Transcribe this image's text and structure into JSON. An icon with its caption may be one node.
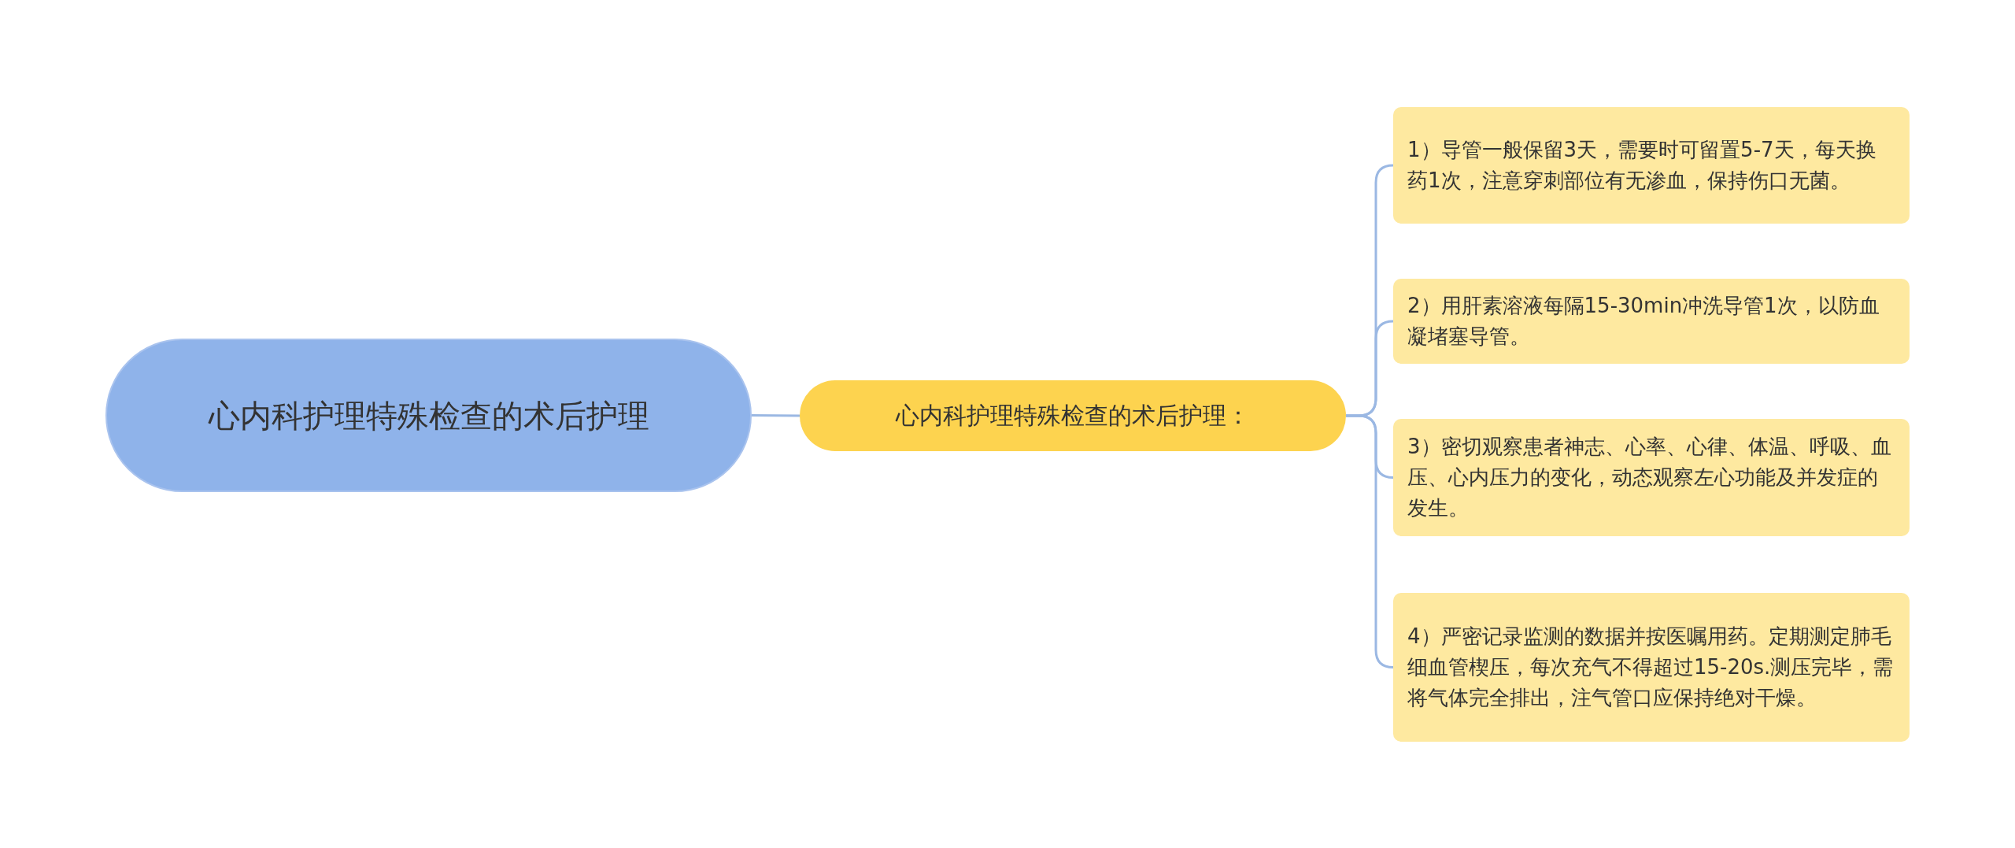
{
  "diagram": {
    "nodes": [
      {
        "text": [
          "心内科护理特殊检查的术后护理"
        ]
      },
      {
        "text": [
          "心内科护理特殊检查的术后护理："
        ]
      },
      {
        "text": [
          "1）导管一般保留3天，需要时可留置5-7天，每天换药1次，注意穿刺部位有无渗血，保持伤口无菌。"
        ]
      },
      {
        "text": [
          "2）用肝素溶液每隔15-30min冲洗导管1次，以防血凝堵塞导管。"
        ]
      },
      {
        "text": [
          "3）密切观察患者神志、心率、心律、体温、呼吸、血压、心内压力的变化，动态观察左心功能及并发症的发生。"
        ]
      },
      {
        "text": [
          "4）严密记录监测的数据并按医嘱用药。定期测定肺毛细血管楔压，每次充气不得超过15-20s.测压完毕，需将气体完全排出，注气管口应保持绝对干燥。"
        ]
      }
    ],
    "edges": [
      {
        "from": 0,
        "to": 1,
        "arrow": "none"
      },
      {
        "from": 1,
        "to": 2,
        "arrow": "none"
      },
      {
        "from": 1,
        "to": 3,
        "arrow": "none"
      },
      {
        "from": 1,
        "to": 4,
        "arrow": "none"
      },
      {
        "from": 1,
        "to": 5,
        "arrow": "none"
      }
    ]
  }
}
